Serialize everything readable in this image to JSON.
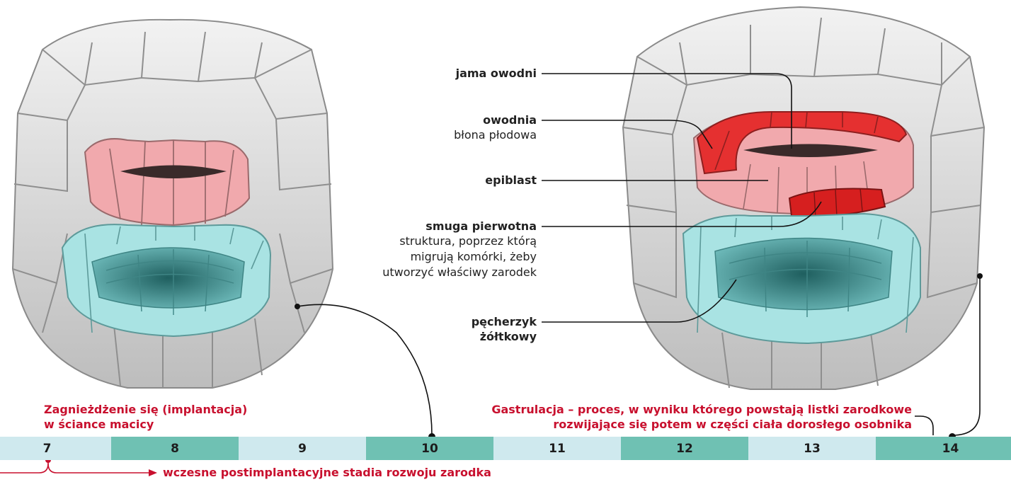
{
  "labels": {
    "amniotic_cavity": "jama owodni",
    "amnion": "owodnia",
    "amnion_sub": "błona płodowa",
    "epiblast": "epiblast",
    "primitive_streak": "smuga pierwotna",
    "primitive_streak_desc_1": "struktura, poprzez którą",
    "primitive_streak_desc_2": "migrują komórki, żeby",
    "primitive_streak_desc_3": "utworzyć właściwy zarodek",
    "yolk_sac_1": "pęcherzyk",
    "yolk_sac_2": "żółtkowy"
  },
  "events": {
    "implantation_1": "Zagnieżdżenie się (implantacja)",
    "implantation_2": "w ściance macicy",
    "gastrulation_1": "Gastrulacja – proces, w wyniku którego powstają listki zarodkowe",
    "gastrulation_2": "rozwijające się potem w części ciała dorosłego osobnika",
    "early_stages": "wczesne postimplantacyjne stadia rozwoju zarodka"
  },
  "timeline": {
    "days": [
      "7",
      "8",
      "9",
      "10",
      "11",
      "12",
      "13",
      "14"
    ]
  },
  "colors": {
    "accent_red": "#c8102e",
    "band_light": "#cfe9ee",
    "band_dark": "#6fc1b3",
    "cell_gray": "#d8d8d8",
    "cell_pink": "#f1a9ad",
    "cell_red": "#e53030",
    "cell_teal": "#a9e3e3"
  }
}
